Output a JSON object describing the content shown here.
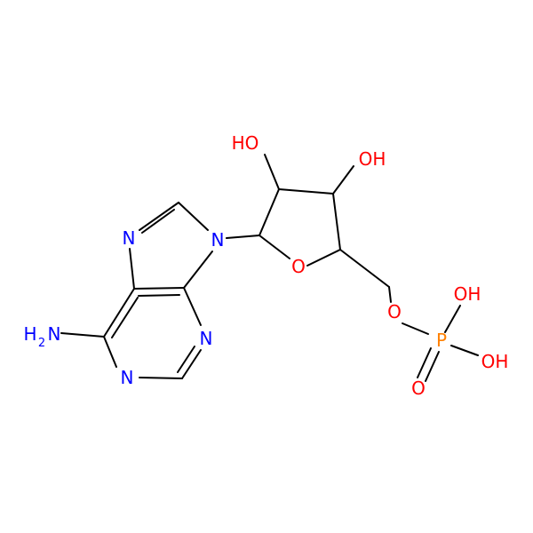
{
  "molecule": {
    "atoms": {
      "oh_upper_left": "HO",
      "oh_upper_right": "OH",
      "n9": "N",
      "n7": "N",
      "ring_oxygen": "O",
      "n3": "N",
      "n1": "N",
      "amine_h": "H",
      "amine_sub": "2",
      "amine_n": "N",
      "ester_oxygen": "O",
      "phosphorus": "P",
      "p_oh_top": "OH",
      "p_oh_right": "OH",
      "p_double_o": "O"
    },
    "colors": {
      "bond": "#000000",
      "nitrogen": "#0000ff",
      "oxygen": "#ff0000",
      "phosphorus": "#ff8000"
    }
  }
}
